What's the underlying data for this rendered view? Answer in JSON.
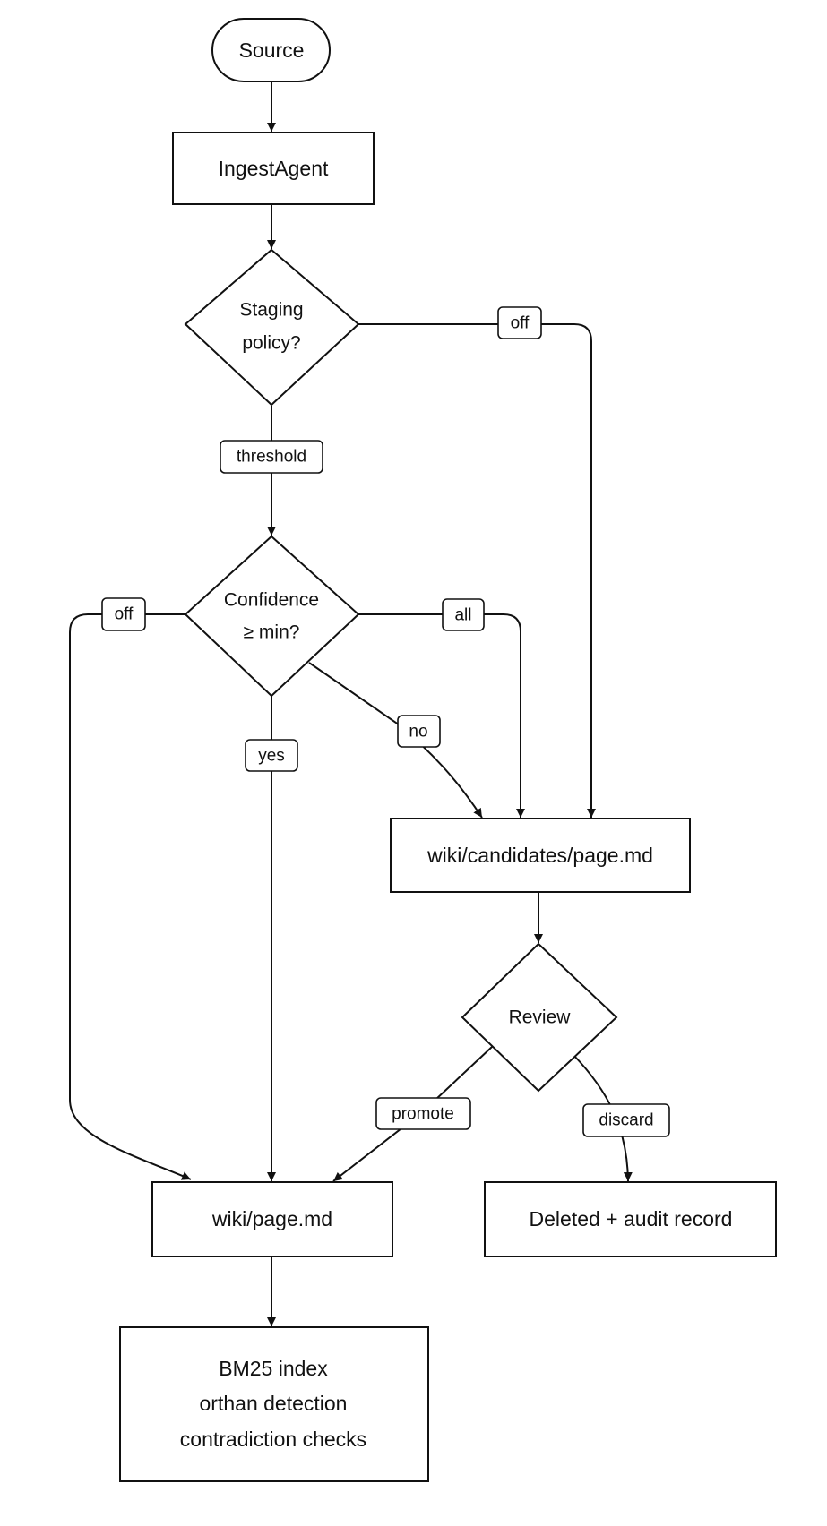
{
  "nodes": {
    "source": "Source",
    "ingest_agent": "IngestAgent",
    "staging_policy": [
      "Staging",
      "policy?"
    ],
    "confidence": [
      "Confidence",
      "≥ min?"
    ],
    "candidates_page": "wiki/candidates/page.md",
    "review": "Review",
    "wiki_page": "wiki/page.md",
    "deleted": "Deleted + audit record",
    "index_box": [
      "BM25 index",
      "orthan detection",
      "contradiction checks"
    ]
  },
  "edge_labels": {
    "staging_off": "off",
    "staging_threshold": "threshold",
    "confidence_off": "off",
    "confidence_all": "all",
    "confidence_yes": "yes",
    "confidence_no": "no",
    "review_promote": "promote",
    "review_discard": "discard"
  }
}
